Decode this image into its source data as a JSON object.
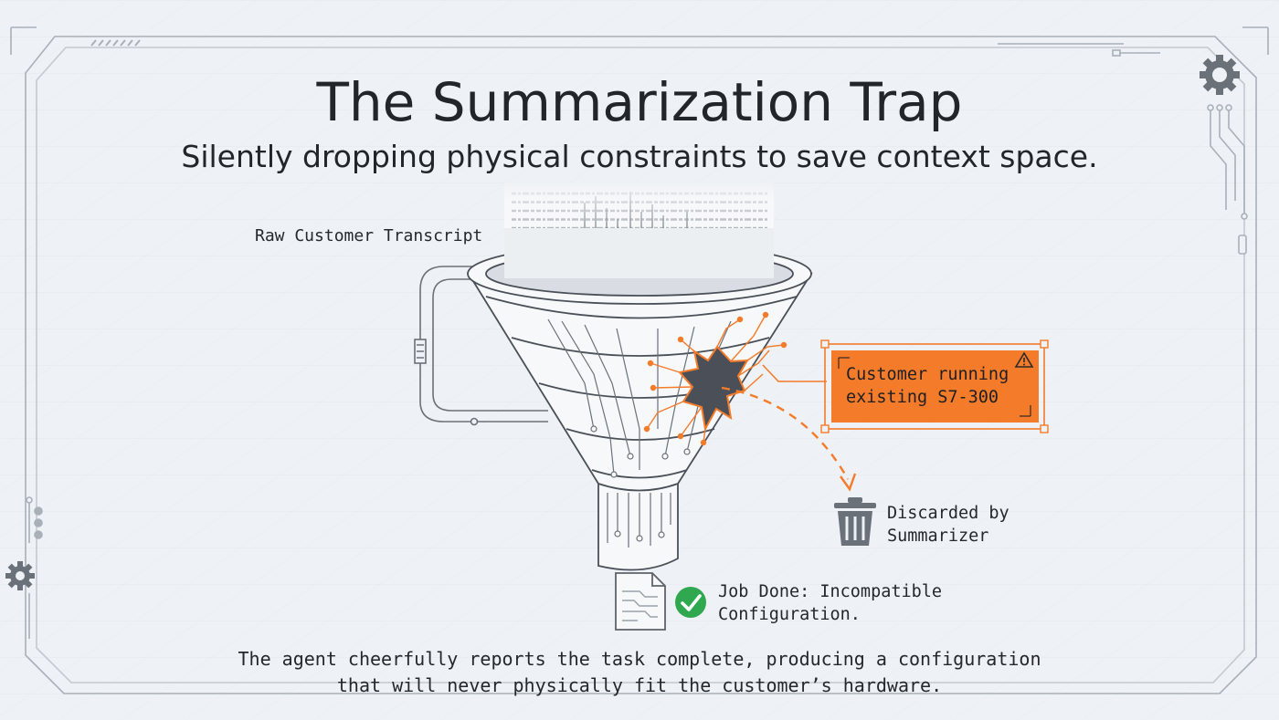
{
  "header": {
    "title": "The Summarization Trap",
    "subtitle": "Silently dropping physical constraints to save context space."
  },
  "diagram": {
    "input_label": "Raw Customer Transcript",
    "alert": {
      "line1": "Customer running",
      "line2": "existing S7-300",
      "icon": "warning-icon"
    },
    "discard": {
      "line1": "Discarded by",
      "line2": "Summarizer",
      "icon": "trash-icon"
    },
    "output": {
      "line1": "Job Done: Incompatible",
      "line2": "Configuration.",
      "icon": "check-circle-icon"
    }
  },
  "caption": {
    "line1": "The agent cheerfully reports the task complete, producing a configuration",
    "line2": "that will never physically fit the customer’s hardware."
  },
  "colors": {
    "background": "#eef1f5",
    "ink": "#3a3f45",
    "accent_orange": "#f47b2a",
    "check_green": "#2fa84f",
    "hole_dark": "#4b5058"
  }
}
